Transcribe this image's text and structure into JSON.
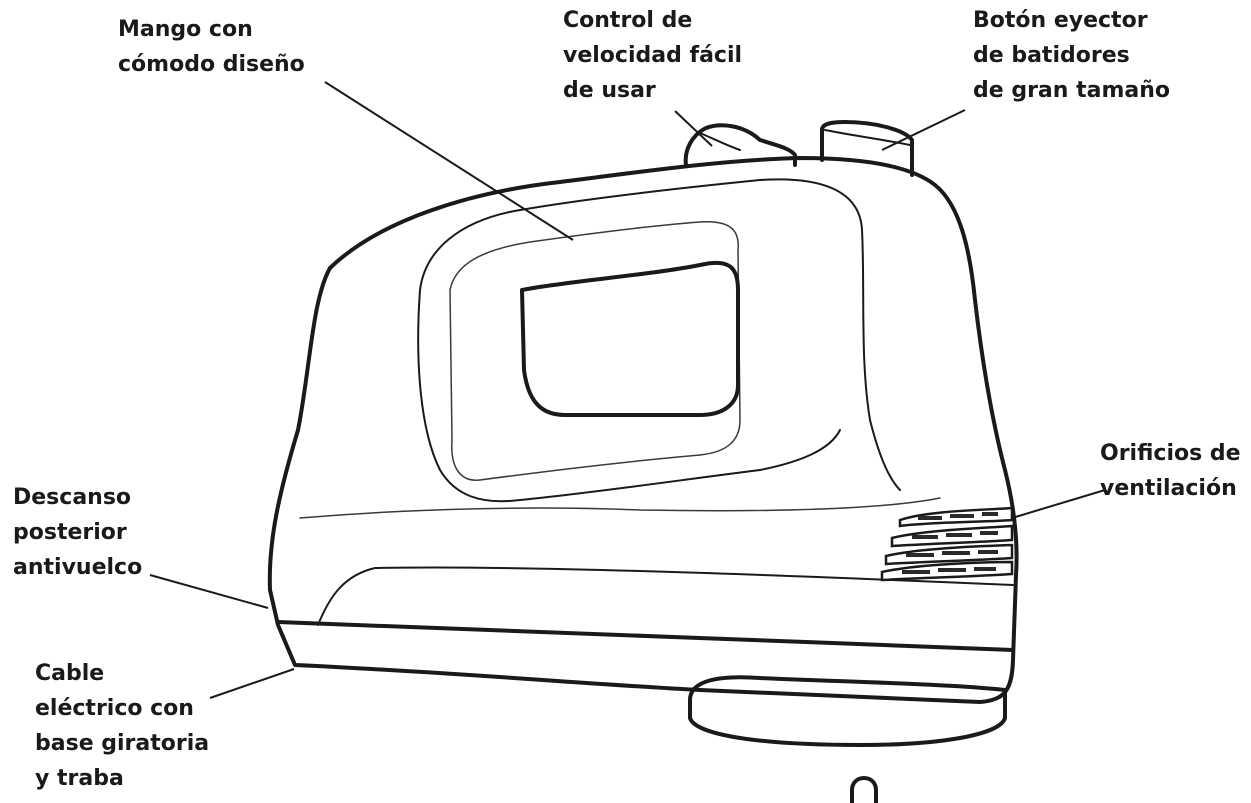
{
  "labels": {
    "mango": [
      "Mango con",
      "cómodo diseño"
    ],
    "control": [
      "Control de",
      "velocidad fácil",
      "de usar"
    ],
    "boton": [
      "Botón eyector",
      "de batidores",
      "de gran tamaño"
    ],
    "orificios": [
      "Orificios de",
      "ventilación"
    ],
    "descanso": [
      "Descanso",
      "posterior",
      "antivuelco"
    ],
    "cable": [
      "Cable",
      "eléctrico con",
      "base giratoria",
      "y traba"
    ]
  }
}
